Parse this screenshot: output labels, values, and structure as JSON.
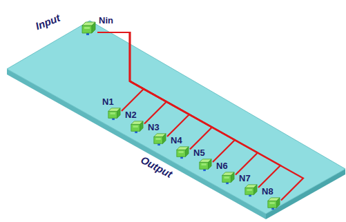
{
  "diagram": {
    "nodes": [
      {
        "text": [
          "Nin"
        ]
      },
      {
        "text": [
          "N1"
        ]
      },
      {
        "text": [
          "N2"
        ]
      },
      {
        "text": [
          "N3"
        ]
      },
      {
        "text": [
          "N4"
        ]
      },
      {
        "text": [
          "N5"
        ]
      },
      {
        "text": [
          "N6"
        ]
      },
      {
        "text": [
          "N7"
        ]
      },
      {
        "text": [
          "N8"
        ]
      }
    ],
    "edges": [
      {
        "from": 0,
        "to": 1,
        "arrow": "none"
      },
      {
        "from": 0,
        "to": 2,
        "arrow": "none"
      },
      {
        "from": 0,
        "to": 3,
        "arrow": "none"
      },
      {
        "from": 0,
        "to": 4,
        "arrow": "none"
      },
      {
        "from": 0,
        "to": 5,
        "arrow": "none"
      },
      {
        "from": 0,
        "to": 6,
        "arrow": "none"
      },
      {
        "from": 0,
        "to": 7,
        "arrow": "none"
      },
      {
        "from": 0,
        "to": 8,
        "arrow": "none"
      }
    ],
    "labels": [
      "Input",
      "Output"
    ]
  }
}
